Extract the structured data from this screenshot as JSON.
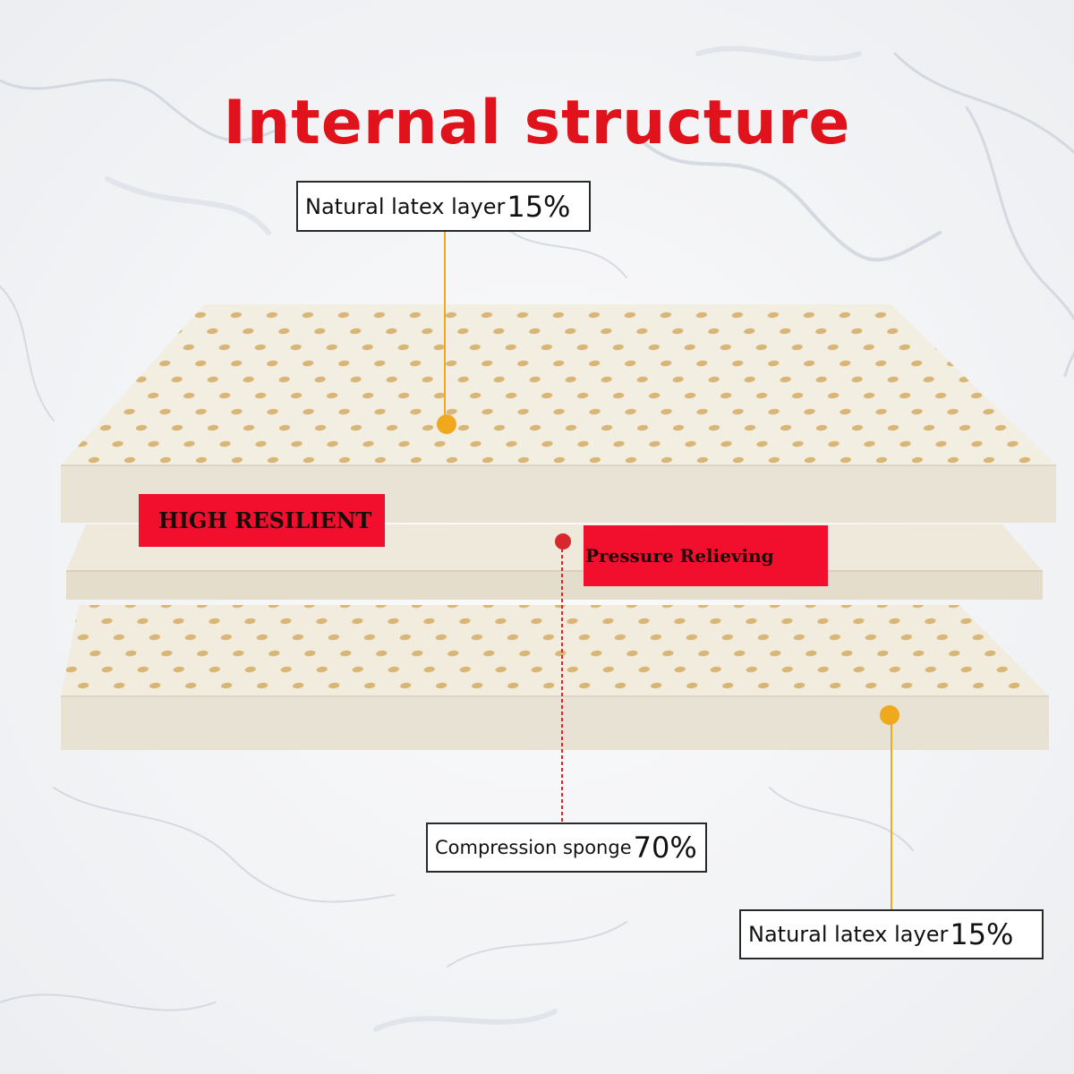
{
  "title": "Internal structure",
  "labels": {
    "top": {
      "text": "Natural latex layer",
      "percent": "15%"
    },
    "middle": {
      "text": "Compression sponge",
      "percent": "70%"
    },
    "bottom": {
      "text": "Natural latex layer",
      "percent": "15%"
    }
  },
  "tags": {
    "left": "HIGH RESILIENT",
    "right": "Pressure Relieving"
  },
  "colors": {
    "title": "#e0131c",
    "tag_background": "#f20f2e",
    "latex_marker": "#f0a91c",
    "sponge_marker": "#d9272e",
    "latex_layer": "#efe9db",
    "sponge_layer": "#e7e0cf"
  }
}
